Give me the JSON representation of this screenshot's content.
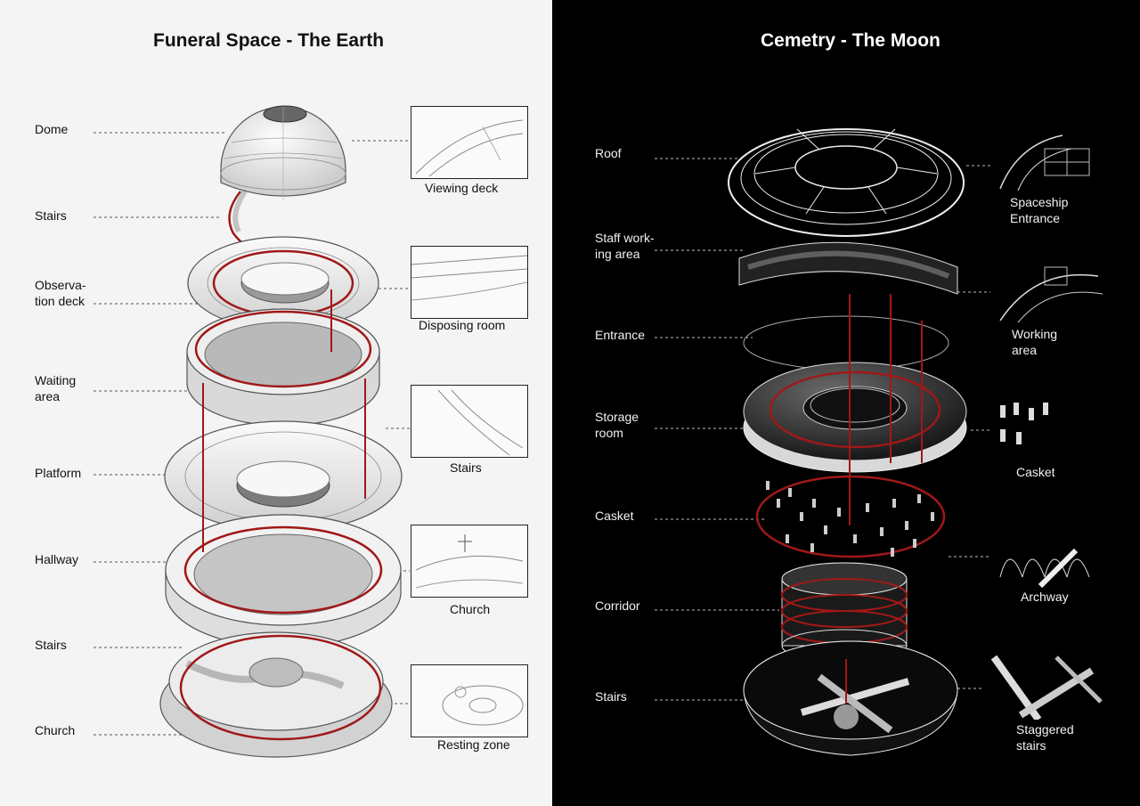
{
  "left": {
    "title": "Funeral Space - The Earth",
    "labels": {
      "dome": "Dome",
      "stairs_top": "Stairs",
      "observation": "Observa-\ntion deck",
      "waiting": "Waiting\narea",
      "platform": "Platform",
      "hallway": "Hallway",
      "stairs_bottom": "Stairs",
      "church": "Church"
    },
    "captions": {
      "viewing": "Viewing deck",
      "disposing": "Disposing room",
      "stairs": "Stairs",
      "church": "Church",
      "resting": "Resting zone"
    }
  },
  "right": {
    "title": "Cemetry - The Moon",
    "labels": {
      "roof": "Roof",
      "staff": "Staff work-\ning area",
      "entrance": "Entrance",
      "storage": "Storage\nroom",
      "casket": "Casket",
      "corridor": "Corridor",
      "stairs": "Stairs"
    },
    "captions": {
      "spaceship": "Spaceship\nEntrance",
      "working": "Working\narea",
      "casket": "Casket",
      "archway": "Archway",
      "staggered": "Staggered\nstairs"
    }
  },
  "colors": {
    "accent_red": "#a01818",
    "left_bg": "#f4f4f4",
    "right_bg": "#000000"
  }
}
